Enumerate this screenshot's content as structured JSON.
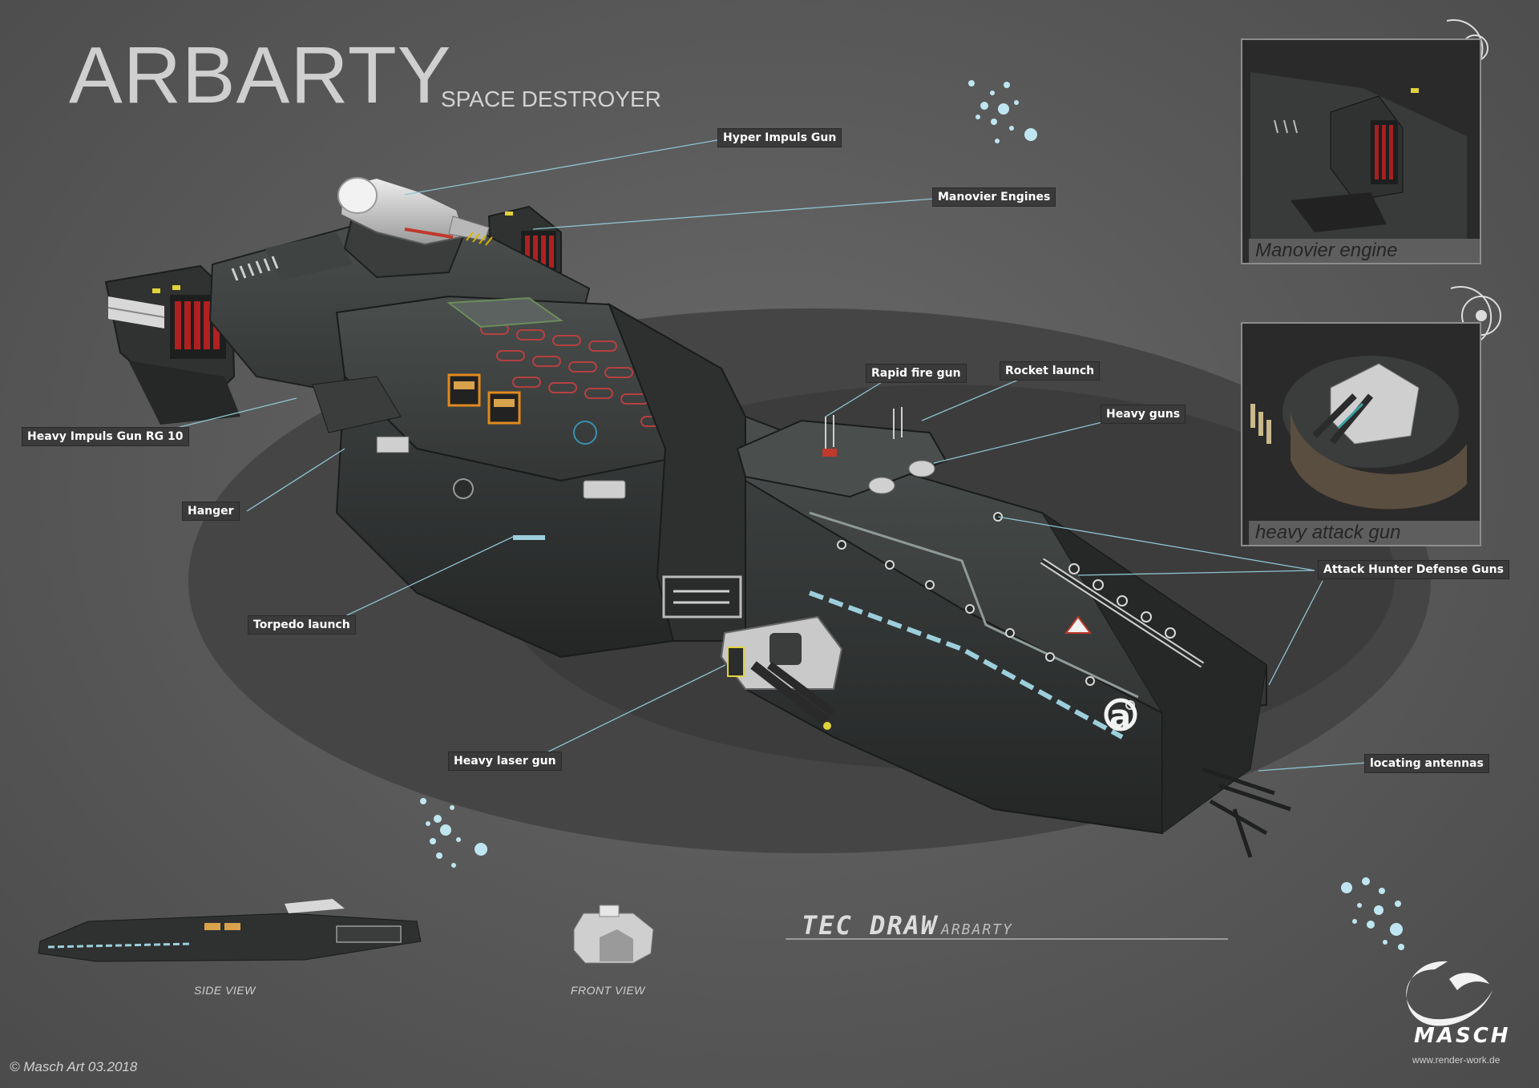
{
  "title": "ARBARTY",
  "subtitle": "SPACE DESTROYER",
  "callouts": [
    {
      "key": "hyper",
      "label": "Hyper Impuls Gun"
    },
    {
      "key": "manovier",
      "label": "Manovier Engines"
    },
    {
      "key": "impuls",
      "label": "Heavy Impuls Gun RG 10"
    },
    {
      "key": "hanger",
      "label": "Hanger"
    },
    {
      "key": "torpedo",
      "label": "Torpedo launch"
    },
    {
      "key": "laser",
      "label": "Heavy laser gun"
    },
    {
      "key": "rapid",
      "label": "Rapid fire gun"
    },
    {
      "key": "rocket",
      "label": "Rocket launch"
    },
    {
      "key": "heavyguns",
      "label": "Heavy guns"
    },
    {
      "key": "attack",
      "label": "Attack Hunter Defense Guns"
    },
    {
      "key": "antennas",
      "label": "locating antennas"
    }
  ],
  "insets": [
    {
      "caption": "Manovier engine"
    },
    {
      "caption": "heavy attack gun"
    }
  ],
  "views": {
    "side": "SIDE VIEW",
    "front": "FRONT VIEW"
  },
  "tec": {
    "main": "TEC DRAW",
    "sub": "ARBARTY"
  },
  "copyright": "© Masch Art 03.2018",
  "brand": {
    "name": "MASCH",
    "url": "www.render-work.de"
  },
  "hull_marking": "a",
  "colors": {
    "background": "#595959",
    "hull": "#3a3d3c",
    "hull_dark": "#262828",
    "callout_bg": "#3a3a3a",
    "leader_line": "#8fc3d0",
    "accent_red": "#c0392b",
    "accent_orange": "#e08a1e",
    "glow": "#bfe6f0"
  }
}
